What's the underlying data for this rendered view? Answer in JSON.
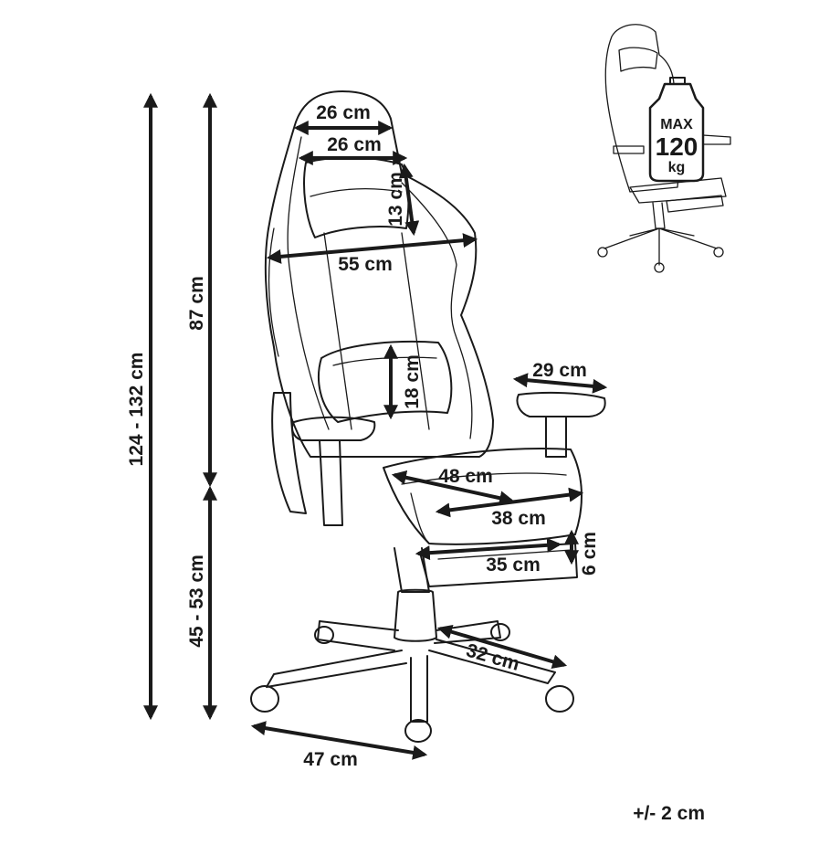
{
  "dimensions": {
    "headrest_top_width": "26 cm",
    "headpillow_width": "26 cm",
    "headpillow_height": "13 cm",
    "shoulder_width": "55 cm",
    "lumbar_height": "18 cm",
    "armrest_length": "29 cm",
    "total_height": "124 - 132 cm",
    "backrest_height": "87 cm",
    "seat_height": "45 - 53 cm",
    "seat_width": "48 cm",
    "seat_depth": "38 cm",
    "footrest_width": "35 cm",
    "footrest_height": "6 cm",
    "base_leg_length": "32 cm",
    "base_width": "47 cm"
  },
  "max_load": {
    "line1": "MAX",
    "line2": "120",
    "line3": "kg"
  },
  "tolerance": "+/- 2 cm"
}
